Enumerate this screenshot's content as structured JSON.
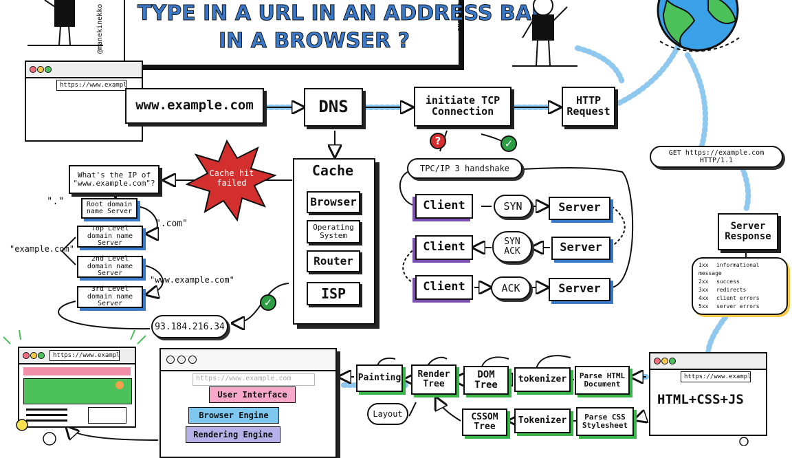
{
  "title": {
    "line1": "TYPE IN A URL IN AN ADDRESS BAR",
    "line2": "IN A BROWSER ?"
  },
  "side_handles": {
    "left": "@manekinekko",
    "right": "reviews"
  },
  "browser_urls": {
    "top_left": "https://www.example.com",
    "bottom_left": "https://www.example.com",
    "center": "https://www.example.com",
    "right": "https://www.example.com"
  },
  "top_row": {
    "url": "www.example.com",
    "dns": "DNS",
    "tcp": "initiate TCP Connection",
    "http": "HTTP Request"
  },
  "cache": {
    "title": "Cache",
    "browser": "Browser",
    "os": "Operating System",
    "router": "Router",
    "isp": "ISP"
  },
  "cache_miss": "Cache hit failed",
  "resolver": {
    "question": "What's the IP of \"www.example.com\"?",
    "dot_label": "\".\"",
    "root": "Root domain name Server",
    "com_label": "\".com\"",
    "tld": "Top Level domain name Server",
    "example_label": "\"example.com\"",
    "second": "2nd Level domain name Server",
    "www_label": "\"www.example.com\"",
    "third": "3rd Level domain name Server",
    "ip": "93.184.216.34"
  },
  "handshake": {
    "label": "TPC/IP 3 handshake",
    "client": "Client",
    "server": "Server",
    "syn": "SYN",
    "synack": "SYN ACK",
    "ack": "ACK",
    "question_mark": "?",
    "check": "✓"
  },
  "get_request": "GET https://example.com HTTP/1.1",
  "server_response": {
    "title": "Server Response",
    "codes": [
      {
        "code": "1xx",
        "desc": "informational message"
      },
      {
        "code": "2xx",
        "desc": "success"
      },
      {
        "code": "3xx",
        "desc": "redirects"
      },
      {
        "code": "4xx",
        "desc": "client errors"
      },
      {
        "code": "5xx",
        "desc": "server errors"
      }
    ]
  },
  "render": {
    "painting": "Painting",
    "render_tree": "Render Tree",
    "dom_tree": "DOM Tree",
    "tokenizer1": "tokenizer",
    "parse_html": "Parse HTML Document",
    "layout": "Layout",
    "cssom": "CSSOM Tree",
    "tokenizer2": "Tokenizer",
    "parse_css": "Parse CSS Stylesheet",
    "html_css_js": "HTML+CSS+JS"
  },
  "engine": {
    "ui": "User Interface",
    "browser": "Browser Engine",
    "rendering": "Rendering Engine"
  },
  "colors": {
    "purple": "#7b4fb0",
    "blue": "#3a78c8",
    "green": "#39b54a",
    "pink": "#f26d7d",
    "red": "#d32f2f",
    "check_green": "#2e9e44",
    "globe_blue": "#3aa0e8",
    "globe_green": "#4cc15a",
    "dotted_blue": "#8ec8ee"
  }
}
